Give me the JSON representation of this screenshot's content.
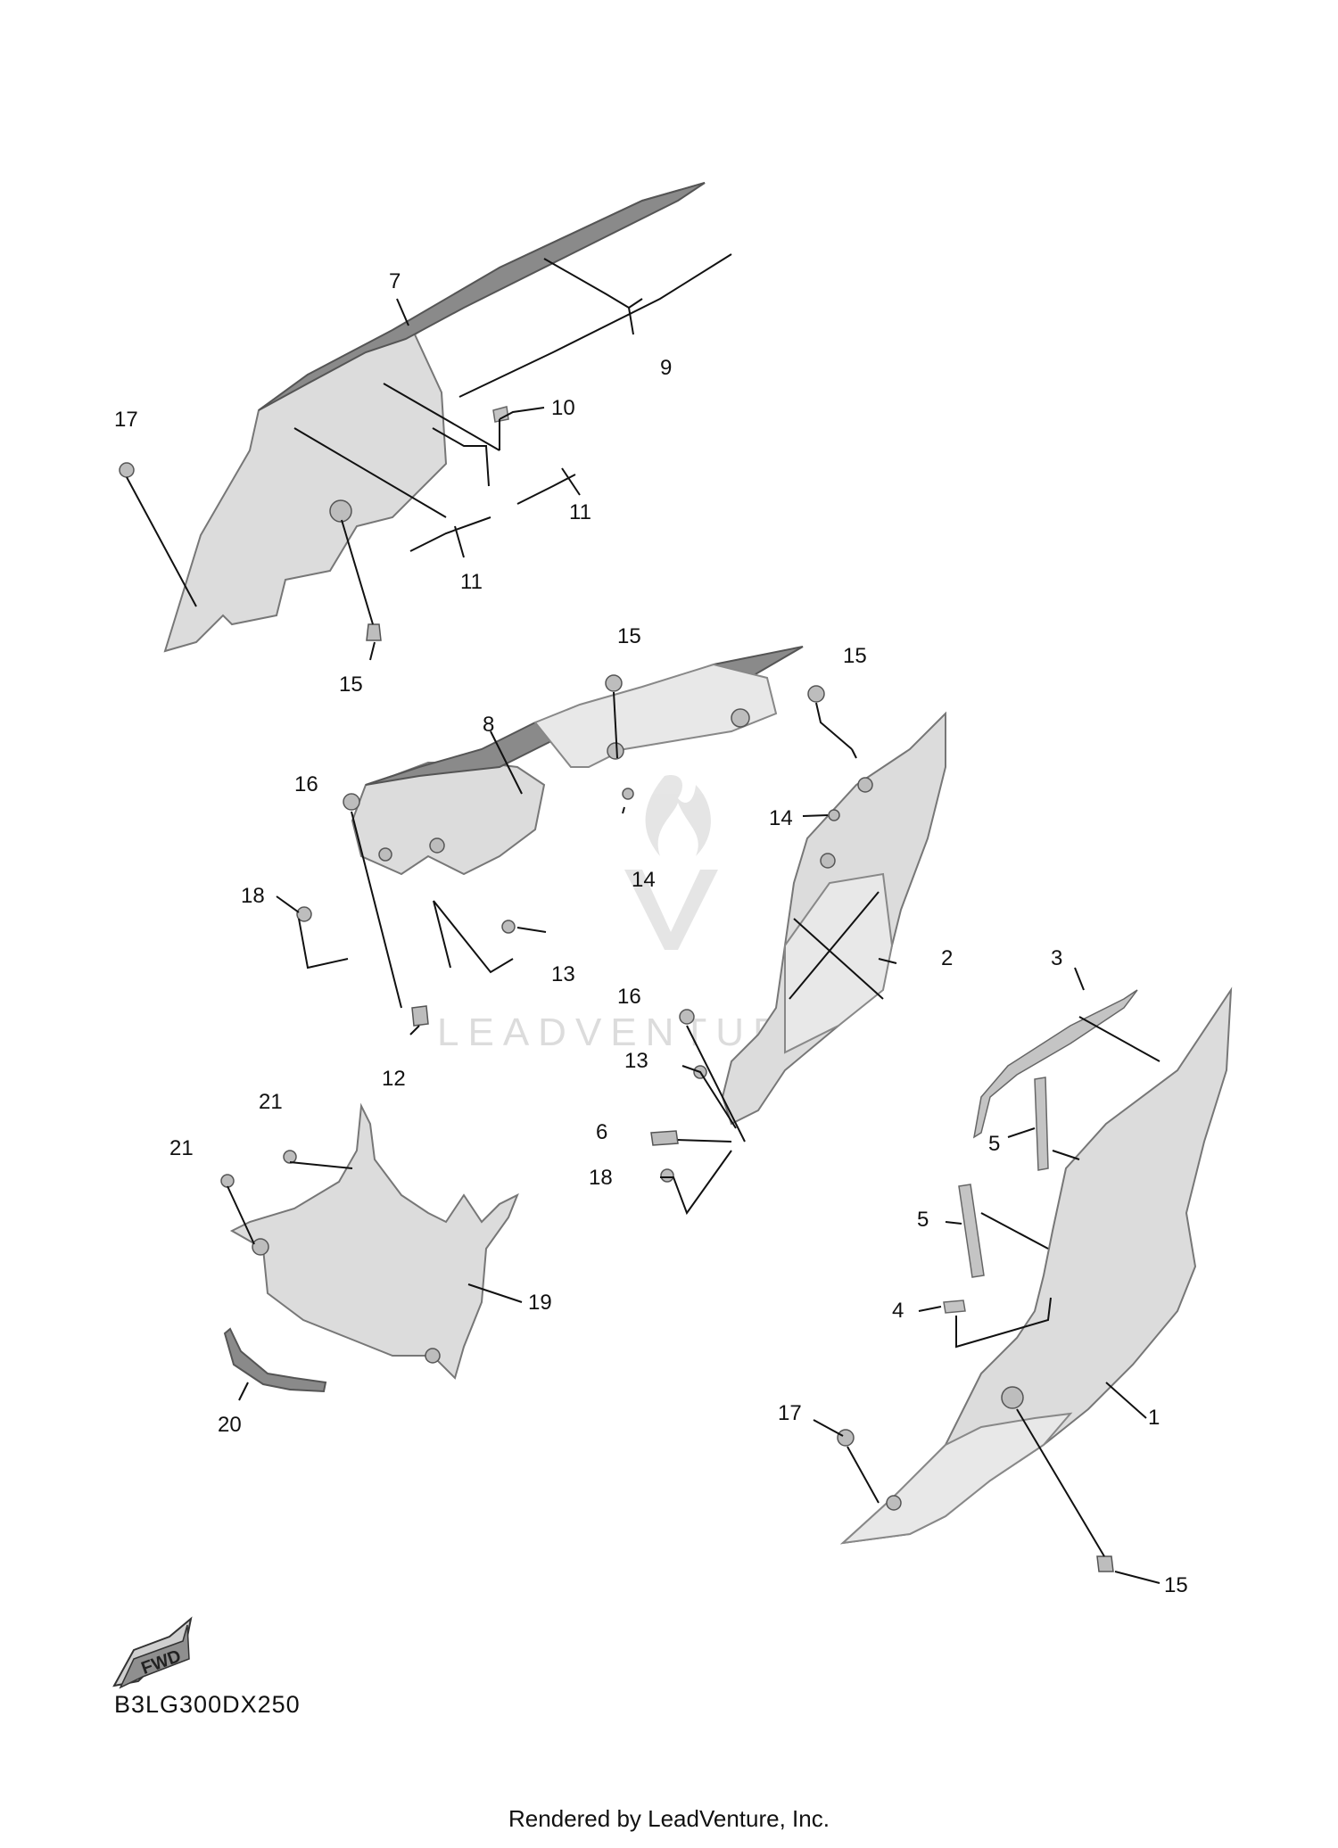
{
  "diagram": {
    "callouts": [
      "1",
      "2",
      "3",
      "4",
      "5",
      "5",
      "6",
      "7",
      "8",
      "9",
      "10",
      "11",
      "11",
      "12",
      "13",
      "13",
      "14",
      "14",
      "15",
      "15",
      "15",
      "15",
      "16",
      "16",
      "17",
      "17",
      "18",
      "18",
      "19",
      "20",
      "21",
      "21"
    ],
    "fwd_label": "FWD",
    "diagram_code": "B3LG300DX250",
    "watermark": "LEADVENTURE",
    "credit": "Rendered by LeadVenture, Inc.",
    "colors": {
      "part_fill": "#dcdcdc",
      "line": "#111111",
      "watermark": "#d9d9d9"
    }
  }
}
